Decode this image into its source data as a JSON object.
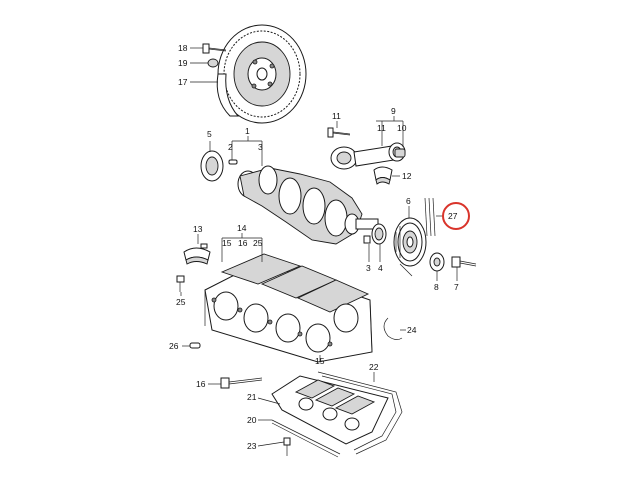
{
  "callouts": [
    {
      "id": "18",
      "text": "18"
    },
    {
      "id": "19",
      "text": "19"
    },
    {
      "id": "17",
      "text": "17"
    },
    {
      "id": "11",
      "text": "11"
    },
    {
      "id": "9",
      "text": "9"
    },
    {
      "id": "11b",
      "text": "11"
    },
    {
      "id": "10",
      "text": "10"
    },
    {
      "id": "5",
      "text": "5"
    },
    {
      "id": "1",
      "text": "1"
    },
    {
      "id": "2",
      "text": "2"
    },
    {
      "id": "3",
      "text": "3"
    },
    {
      "id": "12",
      "text": "12"
    },
    {
      "id": "6",
      "text": "6"
    },
    {
      "id": "27",
      "text": "27"
    },
    {
      "id": "13",
      "text": "13"
    },
    {
      "id": "14",
      "text": "14"
    },
    {
      "id": "15",
      "text": "15"
    },
    {
      "id": "16",
      "text": "16"
    },
    {
      "id": "25",
      "text": "25"
    },
    {
      "id": "3b",
      "text": "3"
    },
    {
      "id": "4",
      "text": "4"
    },
    {
      "id": "8",
      "text": "8"
    },
    {
      "id": "7",
      "text": "7"
    },
    {
      "id": "25b",
      "text": "25"
    },
    {
      "id": "24",
      "text": "24"
    },
    {
      "id": "26",
      "text": "26"
    },
    {
      "id": "15b",
      "text": "15"
    },
    {
      "id": "22",
      "text": "22"
    },
    {
      "id": "16b",
      "text": "16"
    },
    {
      "id": "21",
      "text": "21"
    },
    {
      "id": "20",
      "text": "20"
    },
    {
      "id": "23",
      "text": "23"
    }
  ],
  "highlight": {
    "callout": "27",
    "color": "#d9342b"
  },
  "colors": {
    "ink": "#111111",
    "background": "#ffffff"
  }
}
